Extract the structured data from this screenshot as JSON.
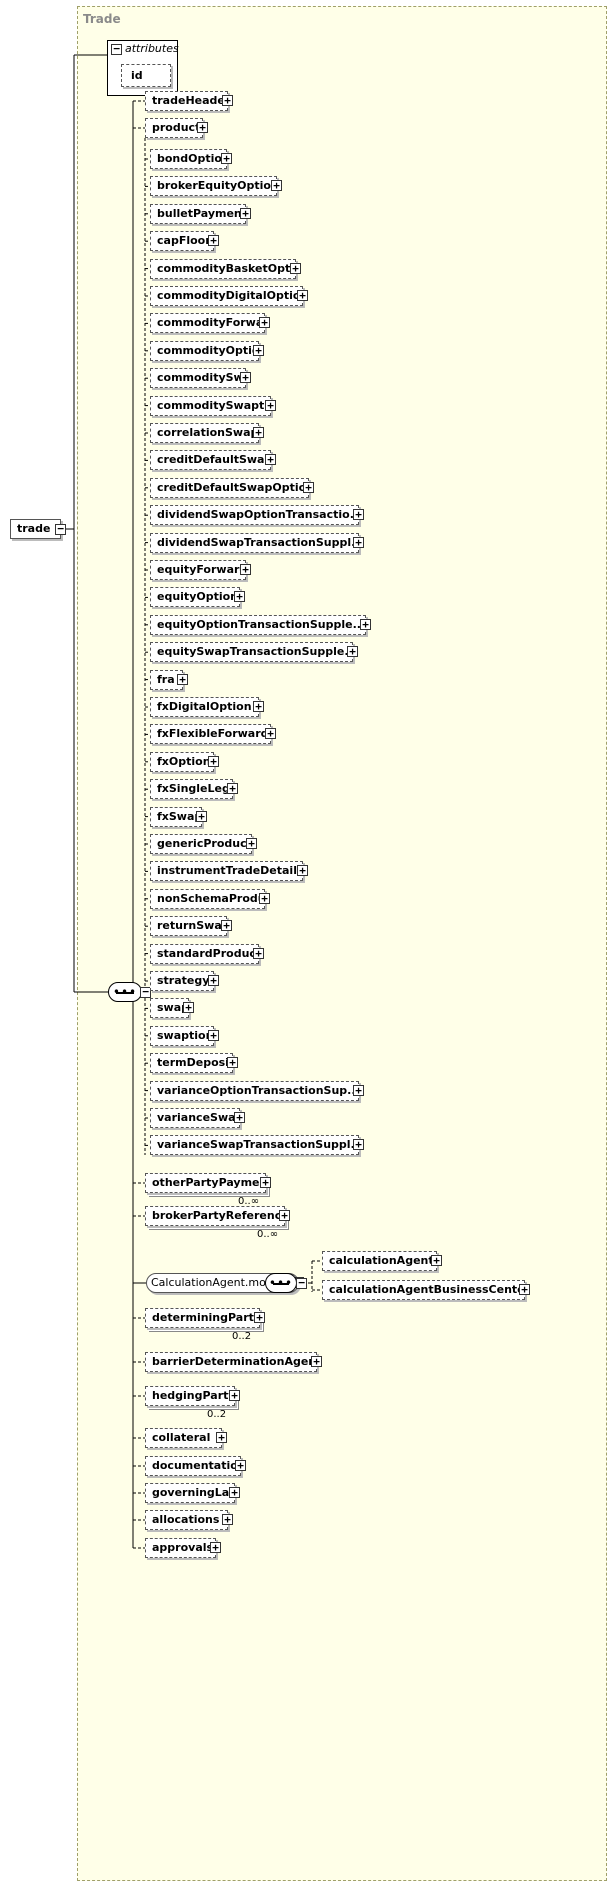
{
  "diagram": {
    "frame_title": "Trade",
    "root": {
      "label": "trade"
    },
    "attributes": {
      "title": "attributes",
      "items": [
        "id"
      ]
    },
    "choice_items": [
      "bondOption",
      "brokerEquityOption",
      "bulletPayment",
      "capFloor",
      "commodityBasketOption",
      "commodityDigitalOption",
      "commodityForward",
      "commodityOption",
      "commoditySwap",
      "commoditySwaption",
      "correlationSwap",
      "creditDefaultSwap",
      "creditDefaultSwapOption",
      "dividendSwapOptionTransactio...",
      "dividendSwapTransactionSuppl...",
      "equityForward",
      "equityOption",
      "equityOptionTransactionSupple...",
      "equitySwapTransactionSupple...",
      "fra",
      "fxDigitalOption",
      "fxFlexibleForward",
      "fxOption",
      "fxSingleLeg",
      "fxSwap",
      "genericProduct",
      "instrumentTradeDetails",
      "nonSchemaProduct",
      "returnSwap",
      "standardProduct",
      "strategy",
      "swap",
      "swaption",
      "termDeposit",
      "varianceOptionTransactionSup...",
      "varianceSwap",
      "varianceSwapTransactionSuppl..."
    ],
    "sequence_items": [
      {
        "label": "tradeHeader",
        "cardinality": ""
      },
      {
        "label": "product",
        "cardinality": ""
      },
      {
        "label": "otherPartyPayment",
        "cardinality": "0..∞"
      },
      {
        "label": "brokerPartyReference",
        "cardinality": "0..∞"
      },
      {
        "label": "CalculationAgent.model",
        "cardinality": ""
      },
      {
        "label": "determiningParty",
        "cardinality": "0..2"
      },
      {
        "label": "barrierDeterminationAgent",
        "cardinality": ""
      },
      {
        "label": "hedgingParty",
        "cardinality": "0..2"
      },
      {
        "label": "collateral",
        "cardinality": ""
      },
      {
        "label": "documentation",
        "cardinality": ""
      },
      {
        "label": "governingLaw",
        "cardinality": ""
      },
      {
        "label": "allocations",
        "cardinality": ""
      },
      {
        "label": "approvals",
        "cardinality": ""
      }
    ],
    "calculation_agent_items": [
      "calculationAgent",
      "calculationAgentBusinessCenter"
    ]
  }
}
